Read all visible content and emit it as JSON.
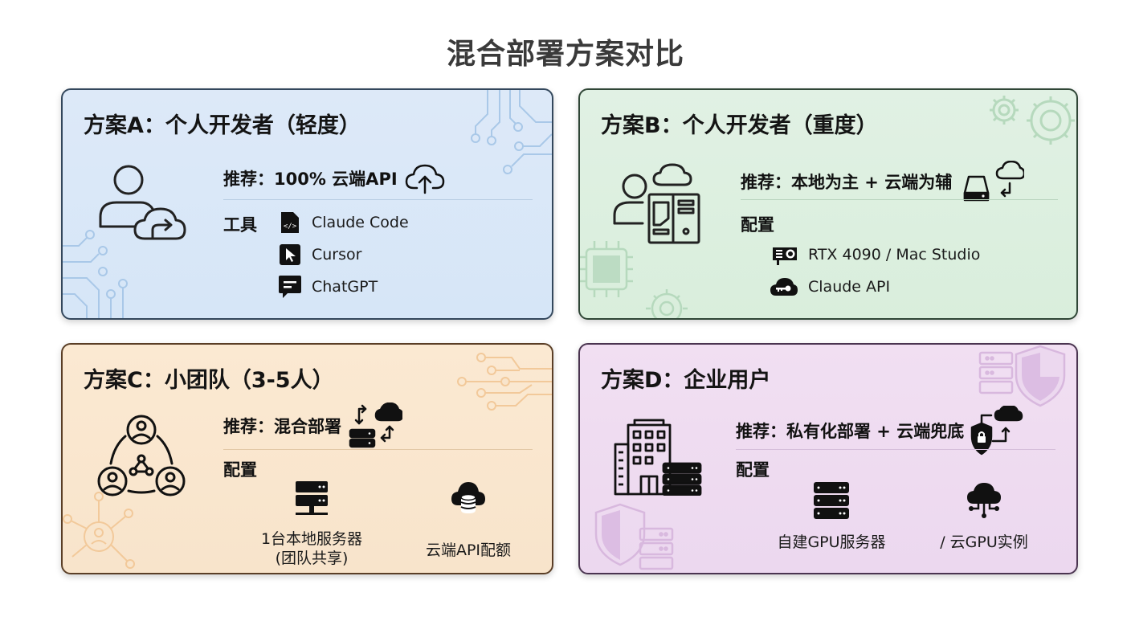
{
  "title": "混合部署方案对比",
  "colors": {
    "card_a_bg": "#dbe8f8",
    "card_b_bg": "#ddf0e0",
    "card_c_bg": "#fae7cf",
    "card_d_bg": "#efdcf1",
    "text": "#141414"
  },
  "cards": [
    {
      "id": "a",
      "title": "方案A：个人开发者（轻度）",
      "main_icon": "user-cloud-icon",
      "recommend": "推荐：100% 云端API",
      "recommend_icon": "cloud-upload-icon",
      "section_label": "工具",
      "items": [
        {
          "icon": "code-file-icon",
          "label": "Claude Code"
        },
        {
          "icon": "cursor-arrow-icon",
          "label": "Cursor"
        },
        {
          "icon": "chat-bubble-icon",
          "label": "ChatGPT"
        }
      ]
    },
    {
      "id": "b",
      "title": "方案B：个人开发者（重度）",
      "main_icon": "user-workstation-cloud-icon",
      "recommend": "推荐：本地为主 + 云端为辅",
      "recommend_icon": "drive-cloud-sync-icon",
      "section_label": "配置",
      "items": [
        {
          "icon": "gpu-card-icon",
          "label": "RTX 4090 / Mac Studio"
        },
        {
          "icon": "cloud-key-icon",
          "label": "Claude API"
        }
      ]
    },
    {
      "id": "c",
      "title": "方案C：小团队（3-5人）",
      "main_icon": "team-network-icon",
      "recommend": "推荐：混合部署",
      "recommend_icon": "server-cloud-sync-icon",
      "section_label": "配置",
      "items": [
        {
          "icon": "server-icon",
          "label": "1台本地服务器",
          "sublabel": "(团队共享)"
        },
        {
          "icon": "cloud-database-icon",
          "label": "云端API配额"
        }
      ]
    },
    {
      "id": "d",
      "title": "方案D：企业用户",
      "main_icon": "building-server-icon",
      "recommend": "推荐：私有化部署 + 云端兜底",
      "recommend_icon": "shield-cloud-icon",
      "section_label": "配置",
      "items": [
        {
          "icon": "server-rack-icon",
          "label": "自建GPU服务器"
        },
        {
          "icon": "cloud-network-icon",
          "label": "/ 云GPU实例"
        }
      ]
    }
  ]
}
